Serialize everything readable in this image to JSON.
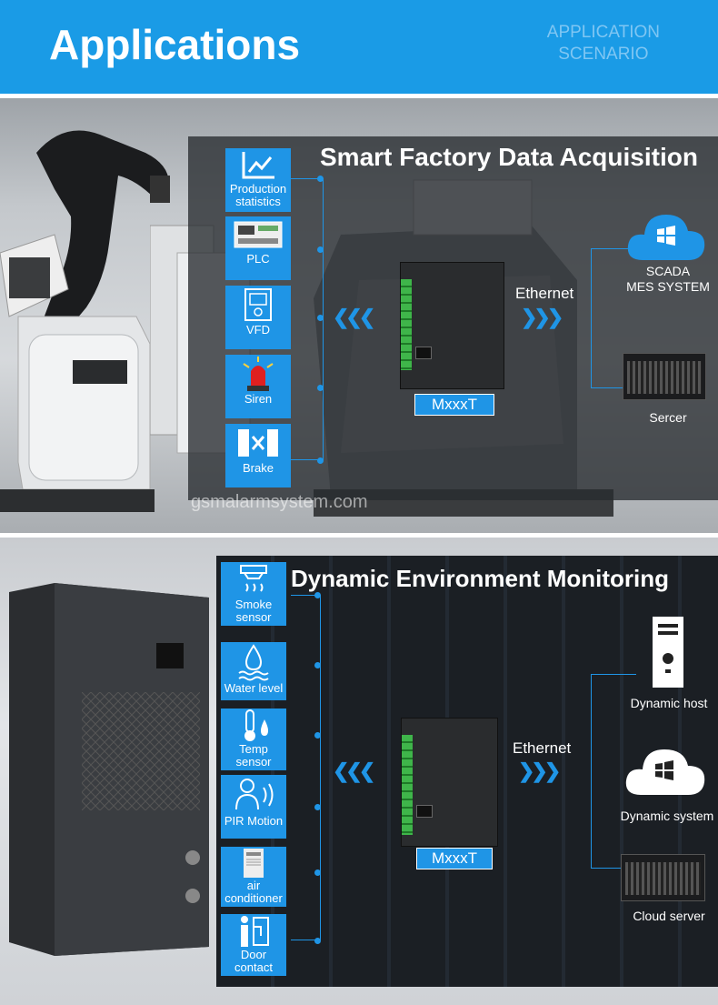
{
  "header": {
    "title": "Applications",
    "subtitle_line1": "APPLICATION",
    "subtitle_line2": "SCENARIO"
  },
  "factory": {
    "title": "Smart Factory Data Acquisition",
    "inputs": [
      {
        "label": "Production statistics",
        "icon": "chart-icon"
      },
      {
        "label": "PLC",
        "icon": "plc-icon"
      },
      {
        "label": "VFD",
        "icon": "vfd-icon"
      },
      {
        "label": "Siren",
        "icon": "siren-icon"
      },
      {
        "label": "Brake",
        "icon": "brake-icon"
      }
    ],
    "device_model": "MxxxT",
    "network": "Ethernet",
    "cloud_label_1": "SCADA",
    "cloud_label_2": "MES SYSTEM",
    "server_label": "Sercer",
    "watermark": "gsmalarmsystem.com"
  },
  "datacenter": {
    "title": "Dynamic Environment Monitoring",
    "inputs": [
      {
        "label": "Smoke sensor",
        "icon": "smoke-icon"
      },
      {
        "label": "Water level",
        "icon": "water-icon"
      },
      {
        "label": "Temp sensor",
        "icon": "thermometer-icon"
      },
      {
        "label": "PIR Motion",
        "icon": "motion-icon"
      },
      {
        "label": "air conditioner",
        "icon": "ac-icon"
      },
      {
        "label": "Door contact",
        "icon": "door-icon"
      }
    ],
    "device_model": "MxxxT",
    "network": "Ethernet",
    "host_label": "Dynamic host",
    "system_label": "Dynamic system",
    "cloud_server_label": "Cloud server"
  },
  "colors": {
    "accent": "#1f95e6",
    "header": "#1a9be6"
  }
}
